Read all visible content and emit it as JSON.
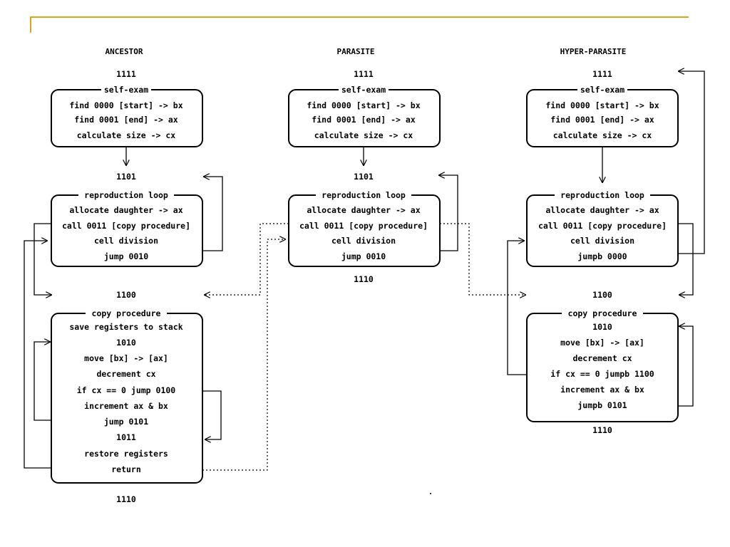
{
  "accent_color": "#DAA520",
  "columns": [
    {
      "key": "ancestor",
      "title": "ANCESTOR",
      "labels": [
        "1111",
        "1101",
        "1100",
        "1110"
      ],
      "boxes": [
        {
          "header": "self-exam",
          "lines": [
            "find 0000 [start] -> bx",
            "find 0001 [end] -> ax",
            "calculate size -> cx"
          ]
        },
        {
          "header": "reproduction loop",
          "lines": [
            "allocate daughter -> ax",
            "call 0011 [copy procedure]",
            "cell division",
            "jump 0010"
          ]
        },
        {
          "header": "copy procedure",
          "lines": [
            "save registers to stack",
            "1010",
            "move [bx] -> [ax]",
            "decrement cx",
            "if cx == 0 jump 0100",
            "increment ax & bx",
            "jump 0101",
            "1011",
            "restore registers",
            "return"
          ]
        }
      ]
    },
    {
      "key": "parasite",
      "title": "PARASITE",
      "labels": [
        "1111",
        "1101",
        "1110"
      ],
      "boxes": [
        {
          "header": "self-exam",
          "lines": [
            "find 0000 [start] -> bx",
            "find 0001 [end] -> ax",
            "calculate size -> cx"
          ]
        },
        {
          "header": "reproduction loop",
          "lines": [
            "allocate daughter -> ax",
            "call 0011 [copy procedure]",
            "cell division",
            "jump 0010"
          ]
        }
      ]
    },
    {
      "key": "hyper",
      "title": "HYPER-PARASITE",
      "labels": [
        "1111",
        "1100",
        "1110"
      ],
      "boxes": [
        {
          "header": "self-exam",
          "lines": [
            "find 0000 [start] -> bx",
            "find 0001 [end] -> ax",
            "calculate size -> cx"
          ]
        },
        {
          "header": "reproduction loop",
          "lines": [
            "allocate daughter -> ax",
            "call 0011 [copy procedure]",
            "cell division",
            "jumpb 0000"
          ]
        },
        {
          "header": "copy procedure",
          "lines": [
            "1010",
            "move [bx] -> [ax]",
            "decrement cx",
            "if cx == 0 jumpb 1100",
            "increment ax & bx",
            "jumpb 0101"
          ]
        }
      ]
    }
  ]
}
